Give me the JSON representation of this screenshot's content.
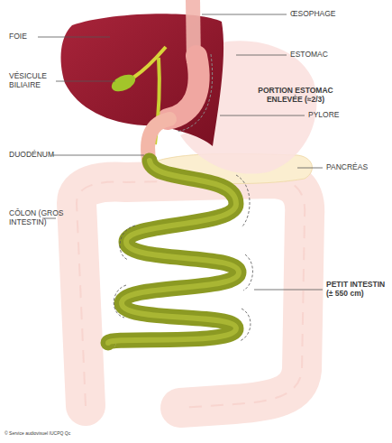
{
  "diagram": {
    "labels": [
      "ŒSOPHAGE",
      "FOIE",
      "ESTOMAC",
      "VÉSICULE BILIAIRE",
      "PORTION ESTOMAC ENLEVÉE (≈2/3)",
      "PYLORE",
      "DUODÉNUM",
      "PANCRÉAS",
      "CÔLON (GROS INTESTIN)",
      "PETIT INTESTIN (± 550 cm)",
      "© Service audiovisuel IUCPQ Qc"
    ]
  }
}
